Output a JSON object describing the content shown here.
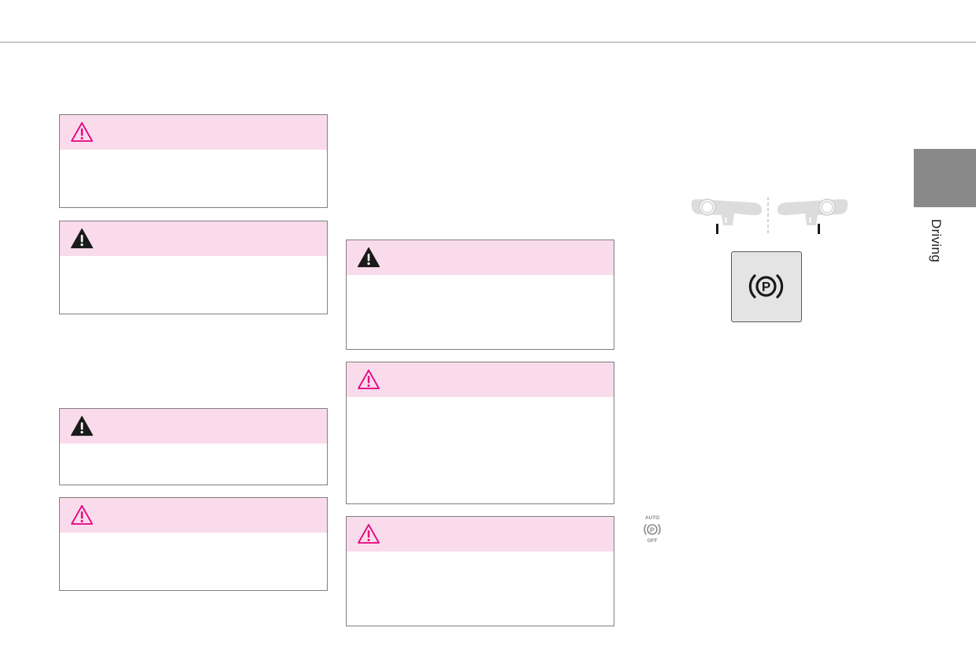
{
  "page": {
    "side_tab_label": "Driving"
  },
  "boxes": [
    {
      "id": "warning-1",
      "icon": "caution-outline-triangle-icon",
      "level": "caution"
    },
    {
      "id": "warning-2",
      "icon": "warning-filled-triangle-icon",
      "level": "warning"
    },
    {
      "id": "warning-3",
      "icon": "warning-filled-triangle-icon",
      "level": "warning"
    },
    {
      "id": "warning-4",
      "icon": "caution-outline-triangle-icon",
      "level": "caution"
    },
    {
      "id": "warning-5",
      "icon": "warning-filled-triangle-icon",
      "level": "warning"
    },
    {
      "id": "warning-6",
      "icon": "caution-outline-triangle-icon",
      "level": "caution"
    },
    {
      "id": "warning-7",
      "icon": "caution-outline-triangle-icon",
      "level": "caution"
    }
  ],
  "figures": {
    "epb_switch": {
      "symbol": "(P)"
    },
    "auto_hold": {
      "top_text": "AUTO",
      "symbol": "(P)",
      "bottom_text": "OFF"
    }
  },
  "colors": {
    "box_header": "#fadbec",
    "caution_icon": "#e5007e",
    "warning_icon": "#1a1a1a",
    "side_tab": "#898989"
  }
}
